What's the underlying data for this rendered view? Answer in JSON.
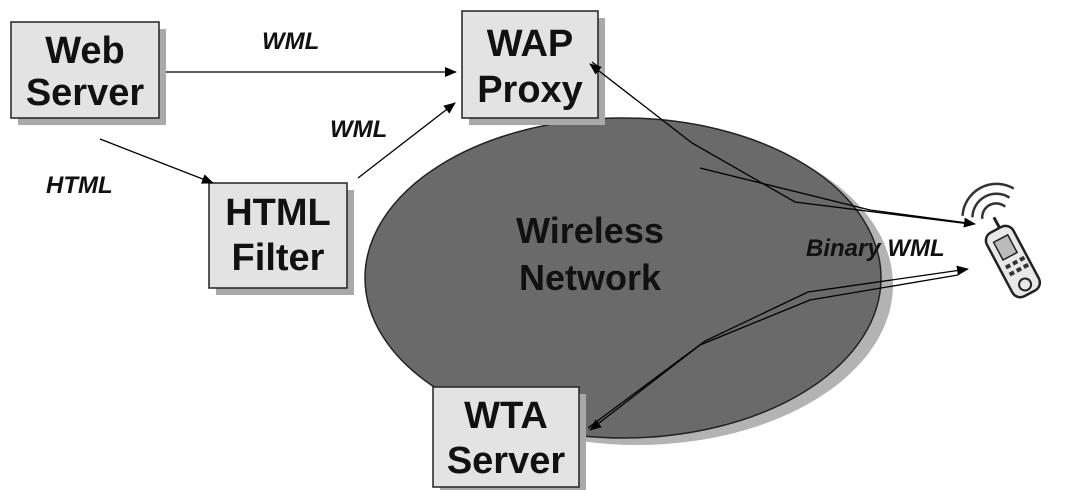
{
  "diagram": {
    "nodes": {
      "web_server": {
        "line1": "Web",
        "line2": "Server"
      },
      "wap_proxy": {
        "line1": "WAP",
        "line2": "Proxy"
      },
      "html_filter": {
        "line1": "HTML",
        "line2": "Filter"
      },
      "wta_server": {
        "line1": "WTA",
        "line2": "Server"
      },
      "wireless_network": {
        "line1": "Wireless",
        "line2": "Network"
      }
    },
    "edge_labels": {
      "web_to_proxy": "WML",
      "filter_to_proxy": "WML",
      "web_to_filter": "HTML",
      "network_to_phone": "Binary WML"
    },
    "colors": {
      "box_fill": "#e3e3e3",
      "box_shadow": "#a9a9a9",
      "network_fill": "#6a6a6a",
      "network_shadow": "#b3b3b3",
      "line": "#000000"
    },
    "icons": [
      "mobile-phone-icon"
    ]
  }
}
